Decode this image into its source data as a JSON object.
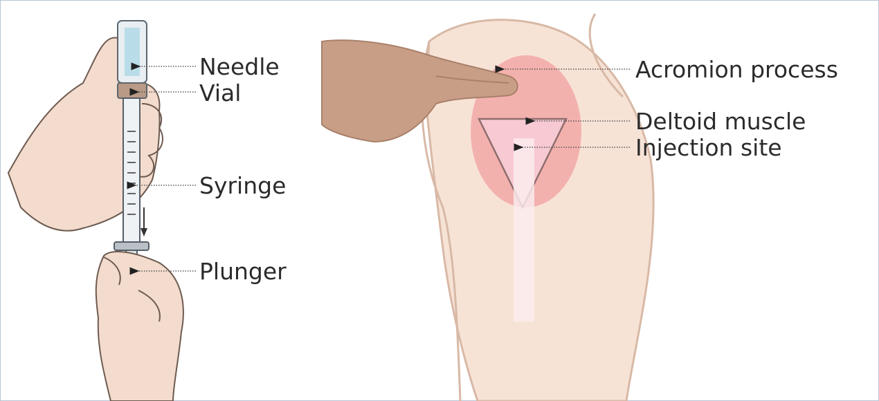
{
  "left_panel": {
    "labels": {
      "needle": "Needle",
      "vial": "Vial",
      "syringe": "Syringe",
      "plunger": "Plunger"
    }
  },
  "right_panel": {
    "labels": {
      "acromion": "Acromion process",
      "deltoid": "Deltoid muscle",
      "injection_site": "Injection site"
    }
  },
  "colors": {
    "skin": "#f0d6c4",
    "skin_dark": "#cfa890",
    "hand_pointer": "#c99e86",
    "deltoid": "#ef8f8f",
    "injection_area": "#f6c6cf",
    "leader_line": "#555555"
  }
}
